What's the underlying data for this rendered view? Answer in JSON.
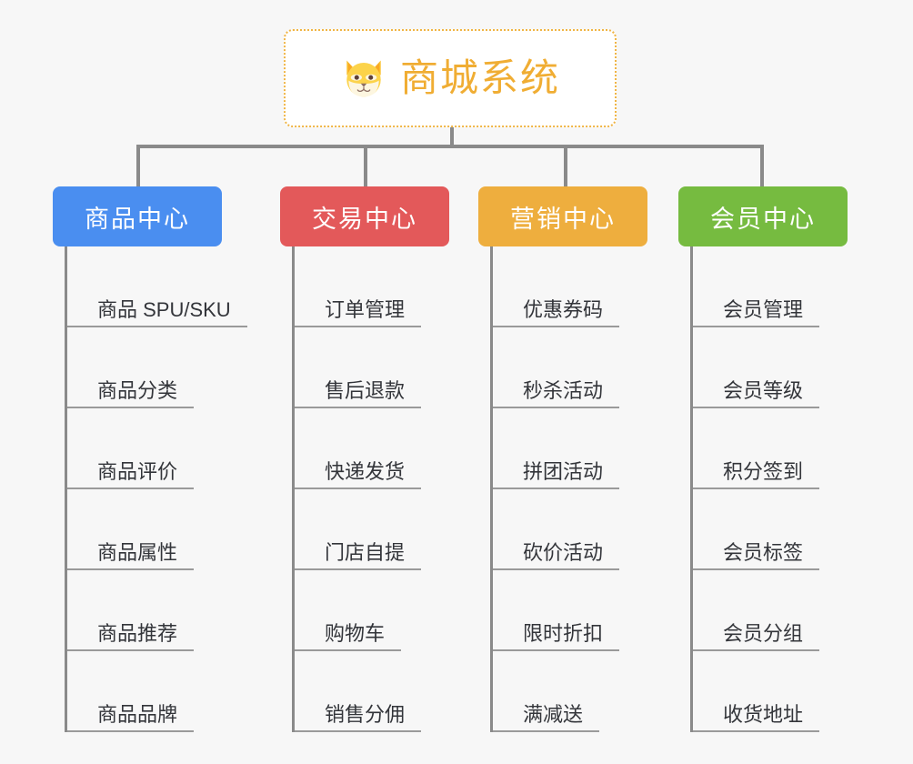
{
  "page": {
    "background_color": "#f7f7f7",
    "title": "商城系统"
  },
  "root": {
    "label": "商城系统",
    "icon": "shiba-dog-face-icon",
    "text_color": "#f0ad33",
    "border_color": "#f0b545",
    "background_color": "#ffffff"
  },
  "columns": [
    {
      "key": "product-center",
      "label": "商品中心",
      "color": "#4a8ef0",
      "items": [
        "商品 SPU/SKU",
        "商品分类",
        "商品评价",
        "商品属性",
        "商品推荐",
        "商品品牌"
      ]
    },
    {
      "key": "trade-center",
      "label": "交易中心",
      "color": "#e3595a",
      "items": [
        "订单管理",
        "售后退款",
        "快递发货",
        "门店自提",
        "购物车",
        "销售分佣"
      ]
    },
    {
      "key": "marketing-center",
      "label": "营销中心",
      "color": "#eeae3e",
      "items": [
        "优惠券码",
        "秒杀活动",
        "拼团活动",
        "砍价活动",
        "限时折扣",
        "满减送"
      ]
    },
    {
      "key": "member-center",
      "label": "会员中心",
      "color": "#76bb40",
      "items": [
        "会员管理",
        "会员等级",
        "积分签到",
        "会员标签",
        "会员分组",
        "收货地址"
      ]
    }
  ],
  "connector_color": "#8a8a8a",
  "leaf_underline_color": "#9a9a9a",
  "leaf_text_color": "#33353a"
}
